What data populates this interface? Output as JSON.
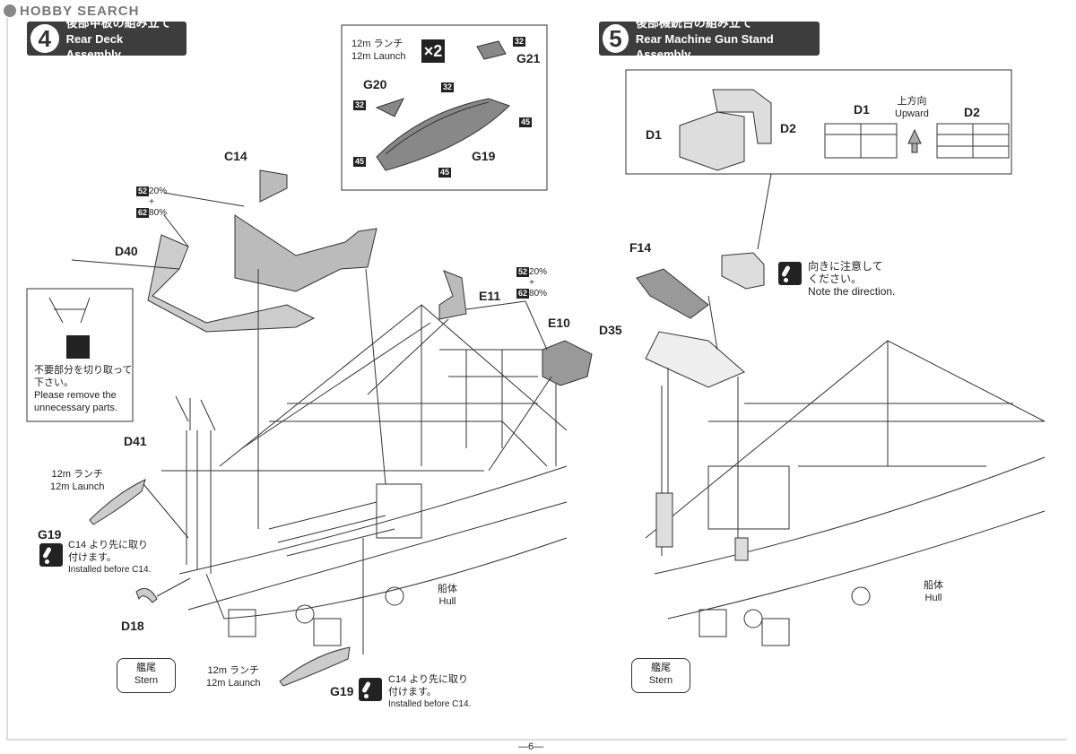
{
  "watermark": {
    "text": "HOBBY SEARCH"
  },
  "step4": {
    "number": "4",
    "title_jp": "後部甲板の組み立て",
    "title_en": "Rear Deck Assembly"
  },
  "step5": {
    "number": "5",
    "title_jp": "後部機銃台の組み立て",
    "title_en": "Rear Machine Gun Stand Assembly"
  },
  "inset_launch": {
    "jp": "12m ランチ",
    "en": "12m Launch",
    "qty": "×2",
    "parts": {
      "g20": "G20",
      "g21": "G21",
      "g19": "G19"
    },
    "colors": {
      "c32a": "32",
      "c32b": "32",
      "c32c": "32",
      "c45a": "45",
      "c45b": "45",
      "c45c": "45"
    }
  },
  "parts4": {
    "c14": "C14",
    "d40": "D40",
    "d41": "D41",
    "e11": "E11",
    "e10": "E10",
    "g19a": "G19",
    "g19b": "G19",
    "d18": "D18"
  },
  "mix1": {
    "c1": "52",
    "p1": "20%",
    "plus": "+",
    "c2": "62",
    "p2": "80%"
  },
  "mix2": {
    "c1": "52",
    "p1": "20%",
    "plus": "+",
    "c2": "62",
    "p2": "80%"
  },
  "remove_note": {
    "jp": "不要部分を切り取って下さい。",
    "en1": "Please remove the",
    "en2": "unnecessary parts."
  },
  "launch_left": {
    "jp": "12m ランチ",
    "en": "12m Launch"
  },
  "launch_bottom": {
    "jp": "12m ランチ",
    "en": "12m Launch"
  },
  "note_before_c14_a": {
    "jp1": "C14 より先に取り",
    "jp2": "付けます。",
    "en": "Installed before C14."
  },
  "note_before_c14_b": {
    "jp1": "C14 より先に取り",
    "jp2": "付けます。",
    "en": "Installed before C14."
  },
  "hull_left": {
    "jp": "船体",
    "en": "Hull"
  },
  "hull_right": {
    "jp": "船体",
    "en": "Hull"
  },
  "stern_left": {
    "jp": "艦尾",
    "en": "Stern"
  },
  "stern_right": {
    "jp": "艦尾",
    "en": "Stern"
  },
  "parts5": {
    "d1": "D1",
    "d2": "D2",
    "d1b": "D1",
    "d2b": "D2",
    "f14": "F14",
    "d35": "D35"
  },
  "upward": {
    "jp": "上方向",
    "en": "Upward"
  },
  "direction_note": {
    "jp1": "向きに注意して",
    "jp2": "ください。",
    "en": "Note the direction."
  },
  "page_number": "—6—"
}
